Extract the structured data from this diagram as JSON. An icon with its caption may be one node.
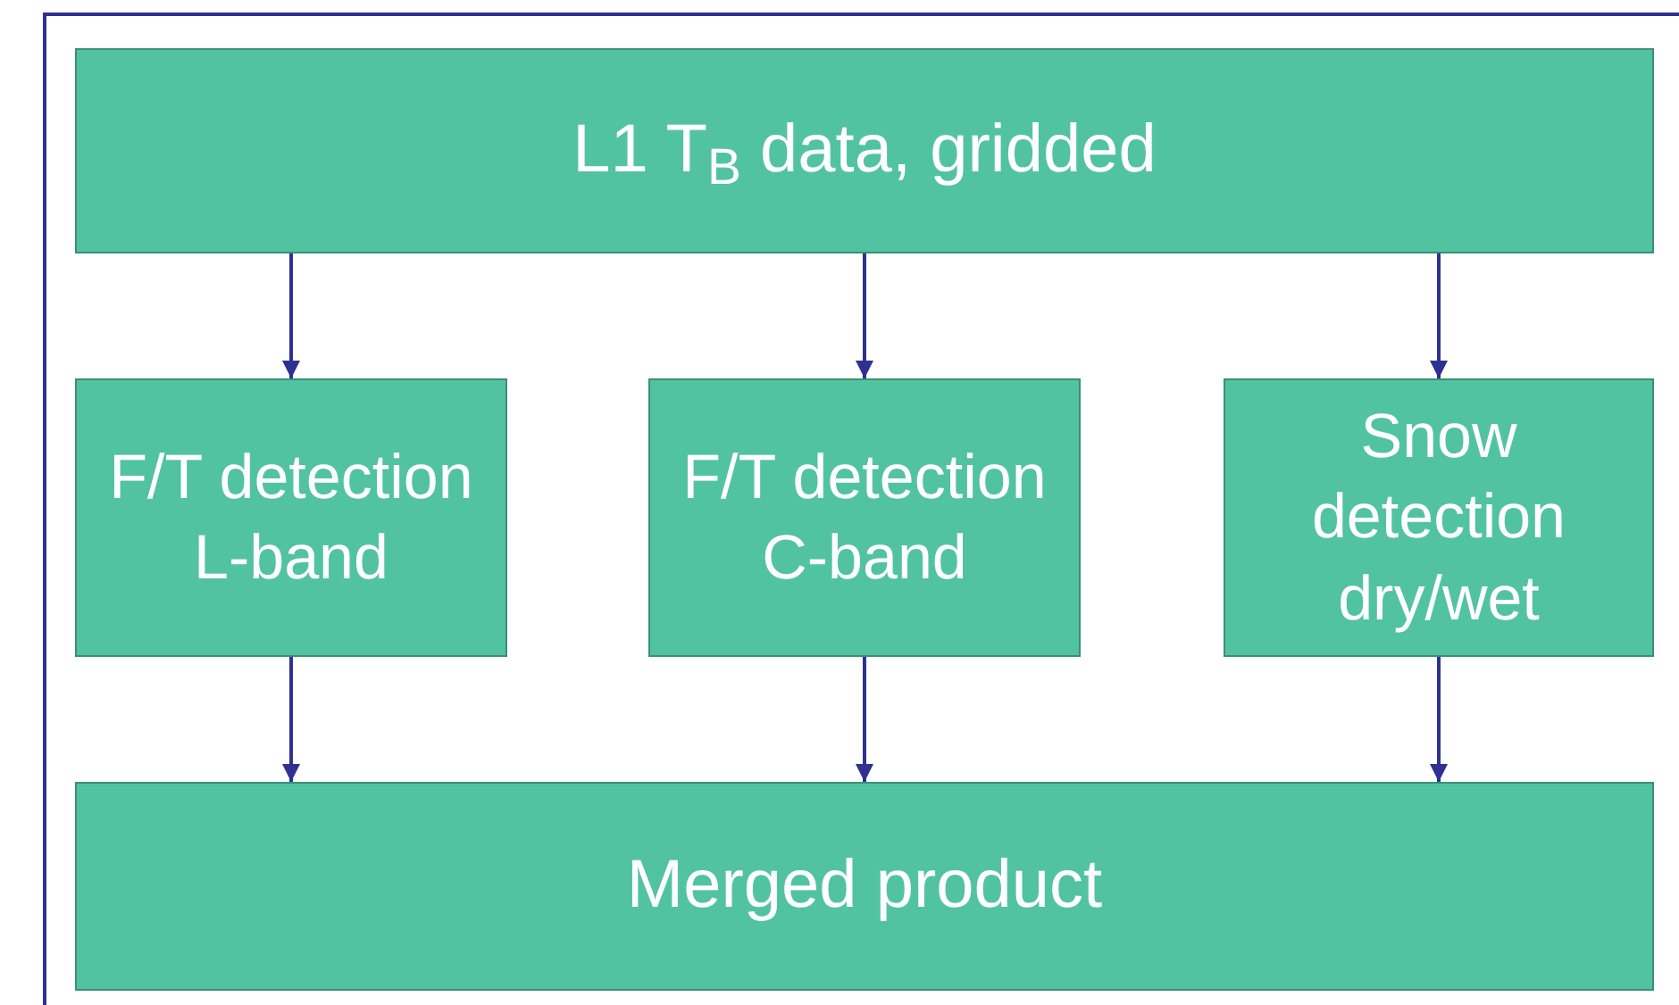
{
  "diagram": {
    "nodes": [
      {
        "text": [
          "L1 T$_{B}$ data, gridded"
        ]
      },
      {
        "text": [
          "F/T detection L-band"
        ]
      },
      {
        "text": [
          "F/T detection C-band"
        ]
      },
      {
        "text": [
          "Snow detection dry/wet"
        ]
      },
      {
        "text": [
          "Merged product"
        ]
      }
    ],
    "edges": [
      {
        "from": 0,
        "to": 1,
        "arrow": "to"
      },
      {
        "from": 0,
        "to": 2,
        "arrow": "to"
      },
      {
        "from": 0,
        "to": 3,
        "arrow": "to"
      },
      {
        "from": 1,
        "to": 4,
        "arrow": "to"
      },
      {
        "from": 2,
        "to": 4,
        "arrow": "to"
      },
      {
        "from": 3,
        "to": 4,
        "arrow": "to"
      }
    ]
  }
}
